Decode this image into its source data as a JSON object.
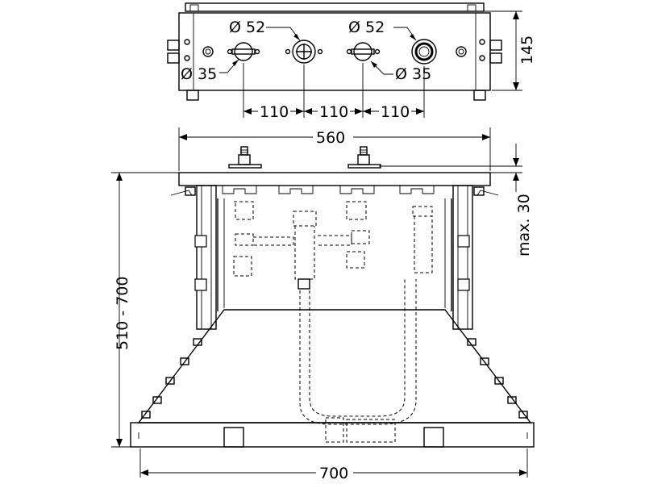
{
  "top_view": {
    "labels": {
      "dia52_left": "Ø 52",
      "dia52_right": "Ø 52",
      "dia35_left": "Ø 35",
      "dia35_right": "Ø 35",
      "height": "145",
      "spacing_1": "110",
      "spacing_2": "110",
      "spacing_3": "110"
    }
  },
  "front_view": {
    "labels": {
      "plate_width": "560",
      "max_depth": "max. 30",
      "height_range": "510 - 700",
      "base_width": "700"
    }
  }
}
